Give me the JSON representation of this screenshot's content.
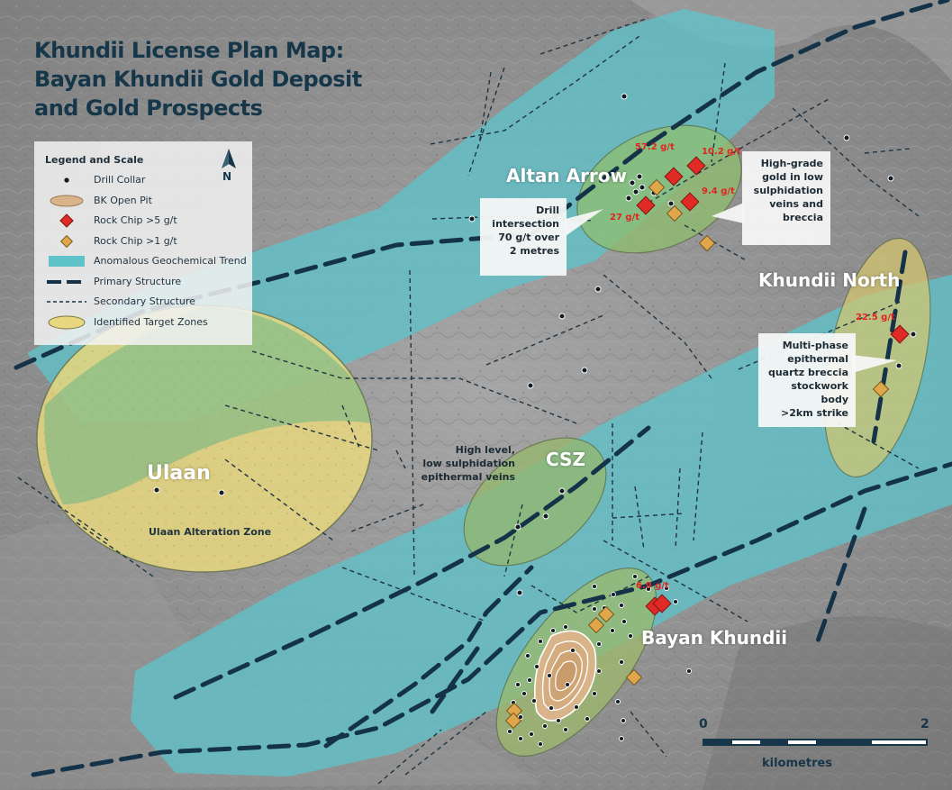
{
  "title": {
    "line1": "Khundii License Plan Map:",
    "line2": "Bayan Khundii Gold Deposit",
    "line3": "and Gold Prospects"
  },
  "legend": {
    "heading": "Legend and Scale",
    "north_label": "N",
    "items": [
      {
        "label": "Drill Collar",
        "symbol": "dot-icon"
      },
      {
        "label": "BK Open Pit",
        "symbol": "open-pit-icon"
      },
      {
        "label": "Rock Chip >5 g/t",
        "symbol": "red-diamond-icon"
      },
      {
        "label": "Rock Chip >1 g/t",
        "symbol": "orange-diamond-icon"
      },
      {
        "label": "Anomalous Geochemical Trend",
        "symbol": "trend-swatch-icon"
      },
      {
        "label": "Primary Structure",
        "symbol": "thick-dash-icon"
      },
      {
        "label": "Secondary Structure",
        "symbol": "thin-dash-icon"
      },
      {
        "label": "Identified Target Zones",
        "symbol": "target-zone-icon"
      }
    ]
  },
  "zones": {
    "altan_arrow": "Altan Arrow",
    "khundii_north": "Khundii North",
    "ulaan": "Ulaan",
    "ulaan_sub": "Ulaan Alteration Zone",
    "csz": "CSZ",
    "bayan_khundii": "Bayan Khundii"
  },
  "grades": {
    "g1": "57.2 g/t",
    "g2": "10.2 g/t",
    "g3": "9.4 g/t",
    "g4": "27 g/t",
    "g5": "22.5 g/t",
    "g6": "6.9 g/t"
  },
  "callouts": {
    "drill": "Drill\nintersection\n70 g/t over\n2 metres",
    "high_grade": "High-grade\ngold in low\nsulphidation\nveins and\nbreccia",
    "multiphase": "Multi-phase\nepithermal\nquartz breccia\nstockwork body\n>2km strike",
    "high_level": "High level,\nlow sulphidation\nepithermal veins"
  },
  "scale": {
    "start": "0",
    "end": "2",
    "unit": "kilometres"
  },
  "colors": {
    "trend": "#5fc3c9",
    "target_zone": "#e8d77e",
    "target_zone_green": "#7fb98a",
    "primary_structure": "#143349",
    "rock_chip_high": "#e02a26",
    "rock_chip_low": "#e0a64a",
    "open_pit": "#d9b48a",
    "grade_text": "#e0251f"
  }
}
